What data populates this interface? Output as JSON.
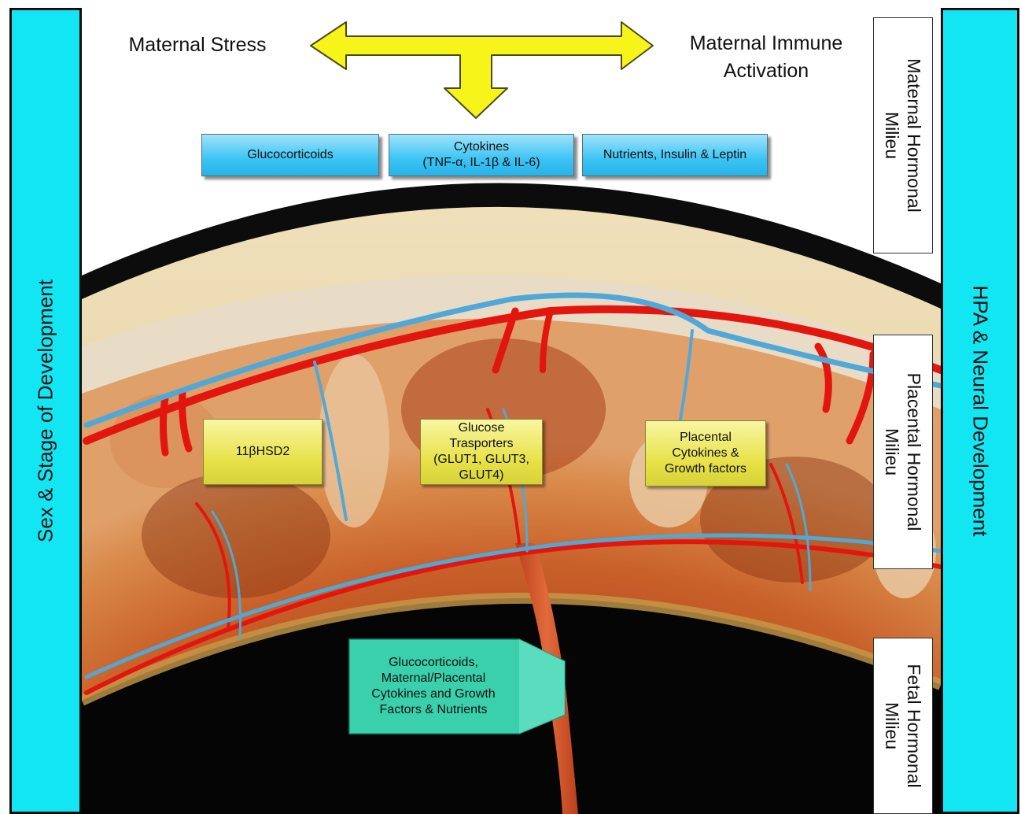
{
  "sidebars": {
    "left_label": "Sex & Stage of Development",
    "right_label": "HPA & Neural Development"
  },
  "top": {
    "maternal_stress": "Maternal Stress",
    "maternal_immune": "Maternal Immune\nActivation"
  },
  "milieu": {
    "maternal": "Maternal Hormonal\nMilieu",
    "placental": "Placental Hormonal\nMilieu",
    "fetal": "Fetal Hormonal\nMilieu"
  },
  "maternal_factors": {
    "glucocorticoids": "Glucocorticoids",
    "cytokines": "Cytokines\n(TNF-α, IL-1β & IL-6)",
    "nutrients": "Nutrients, Insulin & Leptin"
  },
  "placental_factors": {
    "hsd2": "11βHSD2",
    "glucose": "Glucose\nTrasporters\n(GLUT1, GLUT3,\nGLUT4)",
    "cytokines": "Placental\nCytokines &\nGrowth factors"
  },
  "fetal_factors": "Glucocorticoids,\nMaternal/Placental\nCytokines and Growth\nFactors & Nutrients",
  "colors": {
    "sidebar": "#12e6f3",
    "arrow": "#f7f41a",
    "maternal_box": "#3cc3f3",
    "placental_box": "#e7e147",
    "fetal_arrow": "#3ad0ac",
    "artery": "#e3160f",
    "vein": "#4fa8d8"
  }
}
